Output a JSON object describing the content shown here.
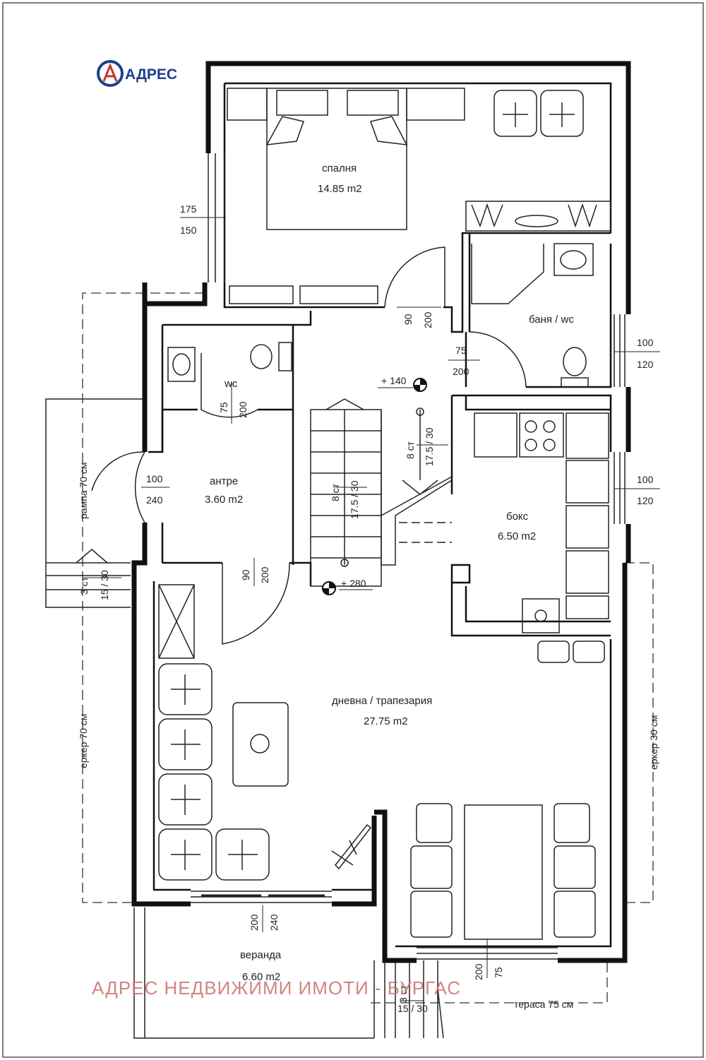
{
  "brand": {
    "logo_text": "АДРЕС",
    "logo_letter": "A"
  },
  "watermark": "АДРЕС НЕДВИЖИМИ ИМОТИ - БУРГАС",
  "rooms": {
    "bedroom": {
      "name": "спалня",
      "area": "14.85 m2"
    },
    "bathroom": {
      "name": "баня / wc"
    },
    "wc": {
      "name": "wc"
    },
    "entrance": {
      "name": "антре",
      "area": "3.60 m2"
    },
    "kitchen": {
      "name": "бокс",
      "area": "6.50 m2"
    },
    "living": {
      "name": "дневна / трапезария",
      "area": "27.75 m2"
    },
    "veranda": {
      "name": "веранда",
      "area": "6.60 m2"
    }
  },
  "dims": {
    "win_left_top": "175",
    "win_left_bot": "150",
    "door_bed_top": "90",
    "door_bed_bot": "200",
    "door_bath_top": "75",
    "door_bath_bot": "200",
    "win_bath_top": "100",
    "win_bath_bot": "120",
    "win_kitchen_top": "100",
    "win_kitchen_bot": "120",
    "door_wc_top": "75",
    "door_wc_bot": "200",
    "door_entry_top": "100",
    "door_entry_bot": "240",
    "door_living_top": "90",
    "door_living_bot": "200",
    "door_veranda_top": "200",
    "door_veranda_bot": "240",
    "door_terrace_top": "200",
    "door_terrace_bot": "75",
    "level_140": "+ 140",
    "level_280": "+ 280",
    "stair_upper_count": "8 ст",
    "stair_upper_size": "17.5 / 30",
    "stair_lower_count": "8 ст",
    "stair_lower_size": "17.5 / 30",
    "steps_left_count": "3 ст",
    "steps_left_size": "15 / 30",
    "steps_bottom_count": "3 ст",
    "steps_bottom_size": "15 / 30",
    "ramp_label": "рампа 70 см",
    "bay_left": "еркер 70 см",
    "bay_right": "еркер 30 см",
    "terrace": "тераса 75 см"
  }
}
